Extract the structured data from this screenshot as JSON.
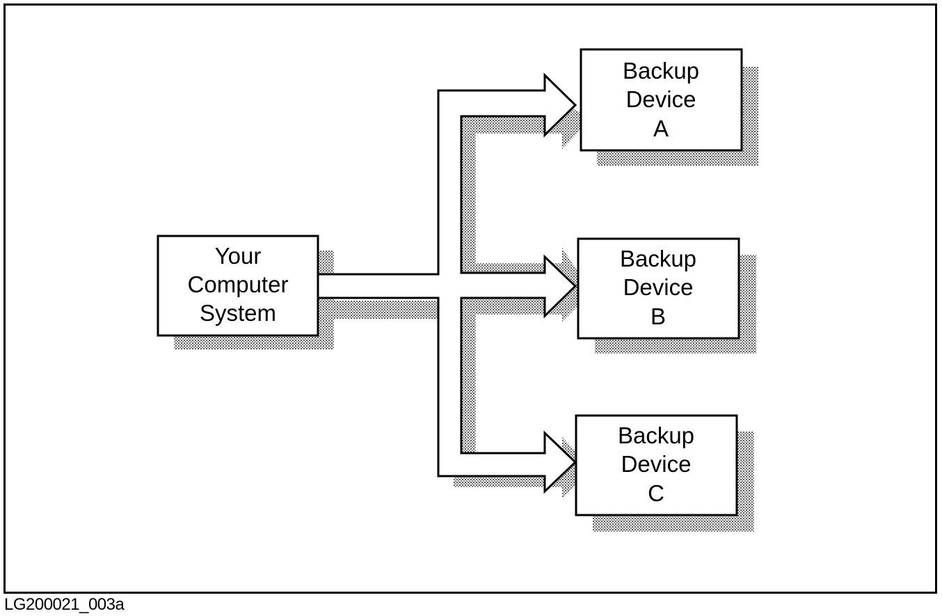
{
  "diagram": {
    "source_node": {
      "lines": [
        "Your",
        "Computer",
        "System"
      ]
    },
    "target_nodes": [
      {
        "lines": [
          "Backup",
          "Device",
          "A"
        ]
      },
      {
        "lines": [
          "Backup",
          "Device",
          "B"
        ]
      },
      {
        "lines": [
          "Backup",
          "Device",
          "C"
        ]
      }
    ],
    "edges": [
      {
        "from": "source",
        "to": "A"
      },
      {
        "from": "source",
        "to": "B"
      },
      {
        "from": "source",
        "to": "C"
      }
    ]
  },
  "figure_id": "LG200021_003a",
  "colors": {
    "ink": "#000000",
    "paper": "#ffffff",
    "shadow_dot": "#5a5a5a"
  }
}
